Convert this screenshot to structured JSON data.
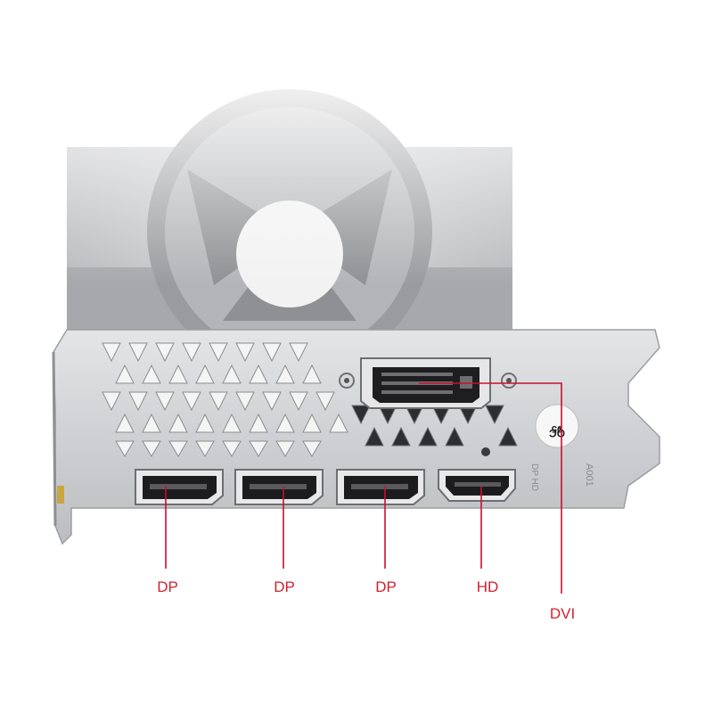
{
  "labels": {
    "dp1": "DP",
    "dp2": "DP",
    "dp3": "DP",
    "hd": "HD",
    "dvi": "DVI"
  },
  "bracket_marks": {
    "qc_stamp_top": "QC",
    "qc_stamp_bottom": "05",
    "engraving_right": "A001",
    "engraving_left": "DP HD"
  },
  "colors": {
    "callout_line": "#c8102e",
    "label_text": "#d2202e",
    "bracket": "#c9cacc",
    "port_shell": "#2a2a2a"
  }
}
